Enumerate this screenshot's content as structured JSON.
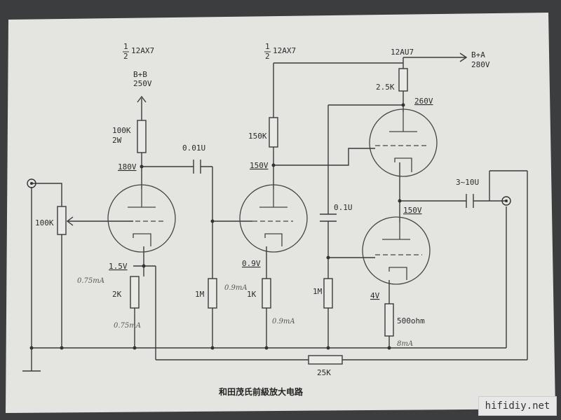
{
  "title": "和田茂氏前級放大电路",
  "watermark": "hifidiy.net",
  "tubes": {
    "v1": {
      "half": "1",
      "den": "2",
      "type": "12AX7"
    },
    "v2": {
      "half": "1",
      "den": "2",
      "type": "12AX7"
    },
    "v3": {
      "type": "12AU7"
    }
  },
  "supplies": {
    "bb": {
      "name": "B+B",
      "voltage": "250V"
    },
    "ba": {
      "name": "B+A",
      "voltage": "280V"
    }
  },
  "resistors": {
    "plate1": {
      "value": "100K",
      "rating": "2W"
    },
    "plate2": "150K",
    "plate3": "2.5K",
    "pot": "100K",
    "cathode1": "2K",
    "grid2": "1M",
    "cathode2": "1K",
    "grid3": "1M",
    "cathode3": "500ohm",
    "feedback": "25K"
  },
  "capacitors": {
    "coupling1": "0.01U",
    "bypass": "0.1U",
    "output": "3~10U"
  },
  "voltages": {
    "v1_plate": "180V",
    "v2_plate": "150V",
    "v3_plate": "260V",
    "v3_mid": "150V",
    "v1_cathode": "1.5V",
    "v2_cathode": "0.9V",
    "v3_cathode": "4V"
  },
  "notes": {
    "n1": "0.75mA",
    "n2": "0.75mA",
    "n3": "0.9mA",
    "n4": "0.9mA",
    "n5": "8mA"
  }
}
